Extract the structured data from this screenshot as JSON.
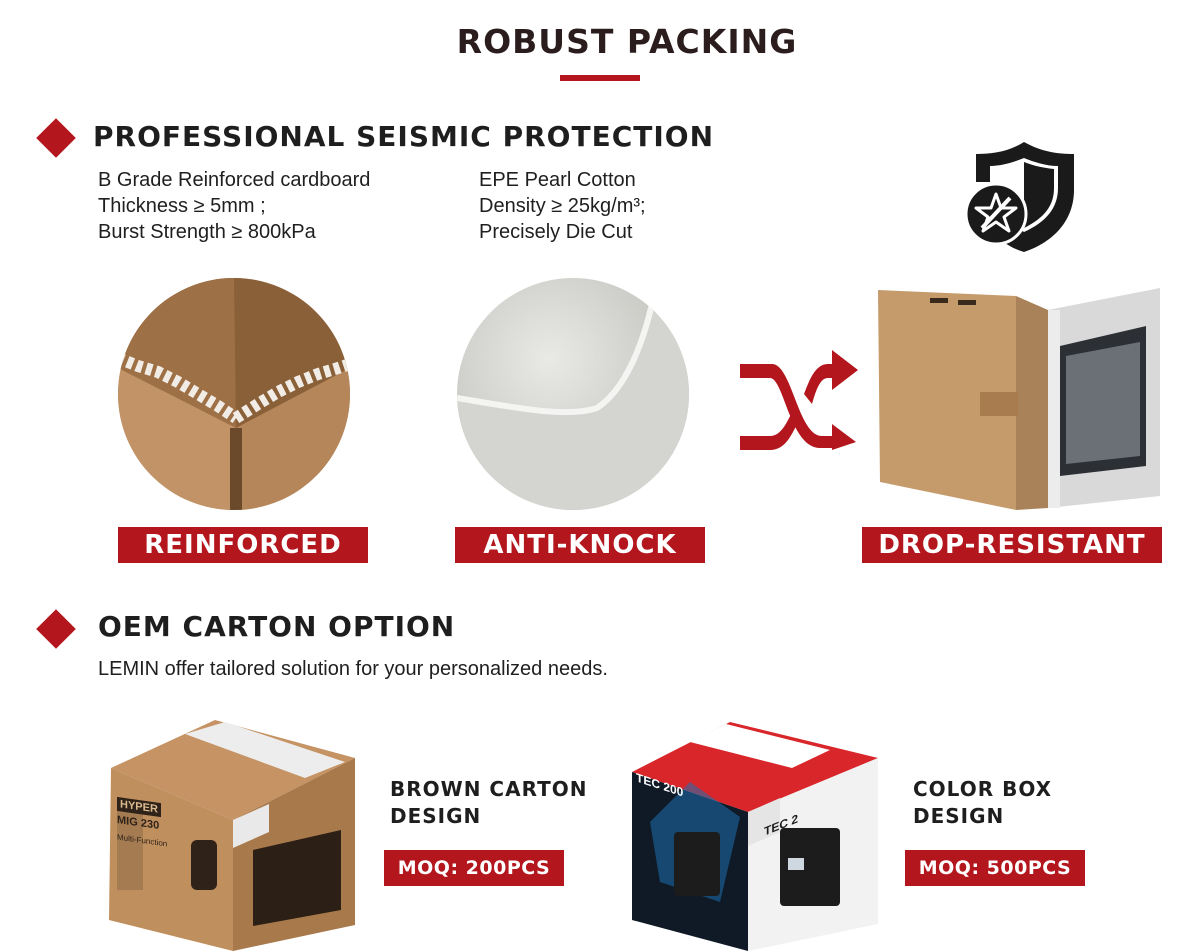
{
  "header": {
    "title": "ROBUST PACKING"
  },
  "seismic": {
    "title": "PROFESSIONAL SEISMIC PROTECTION",
    "cardboard_specs": [
      "B Grade Reinforced cardboard",
      "Thickness ≥ 5mm ;",
      "Burst Strength ≥ 800kPa"
    ],
    "foam_specs": [
      "EPE Pearl Cotton",
      "Density ≥ 25kg/m³;",
      "Precisely Die Cut"
    ],
    "badges": {
      "reinforced": "REINFORCED",
      "anti_knock": "ANTI-KNOCK",
      "drop_resistant": "DROP-RESISTANT"
    }
  },
  "oem": {
    "title": "OEM CARTON OPTION",
    "description": "LEMIN offer tailored solution for your personalized needs.",
    "brown": {
      "title_line1": "BROWN CARTON",
      "title_line2": "DESIGN",
      "moq": "MOQ: 200PCS",
      "box_brand": "HYPER",
      "box_model": "MIG 230",
      "box_sub": "Multi-Function"
    },
    "color": {
      "title_line1": "COLOR BOX",
      "title_line2": "DESIGN",
      "moq": "MOQ: 500PCS",
      "box_brand_front": "TEC 200",
      "box_brand_side": "TEC 2"
    }
  },
  "colors": {
    "accent": "#b3161d",
    "heading": "#1e1e1e",
    "cardboard": "#c08f5e"
  },
  "icons": [
    "diamond-bullet-icon",
    "shield-star-icon",
    "shuffle-arrows-icon"
  ]
}
